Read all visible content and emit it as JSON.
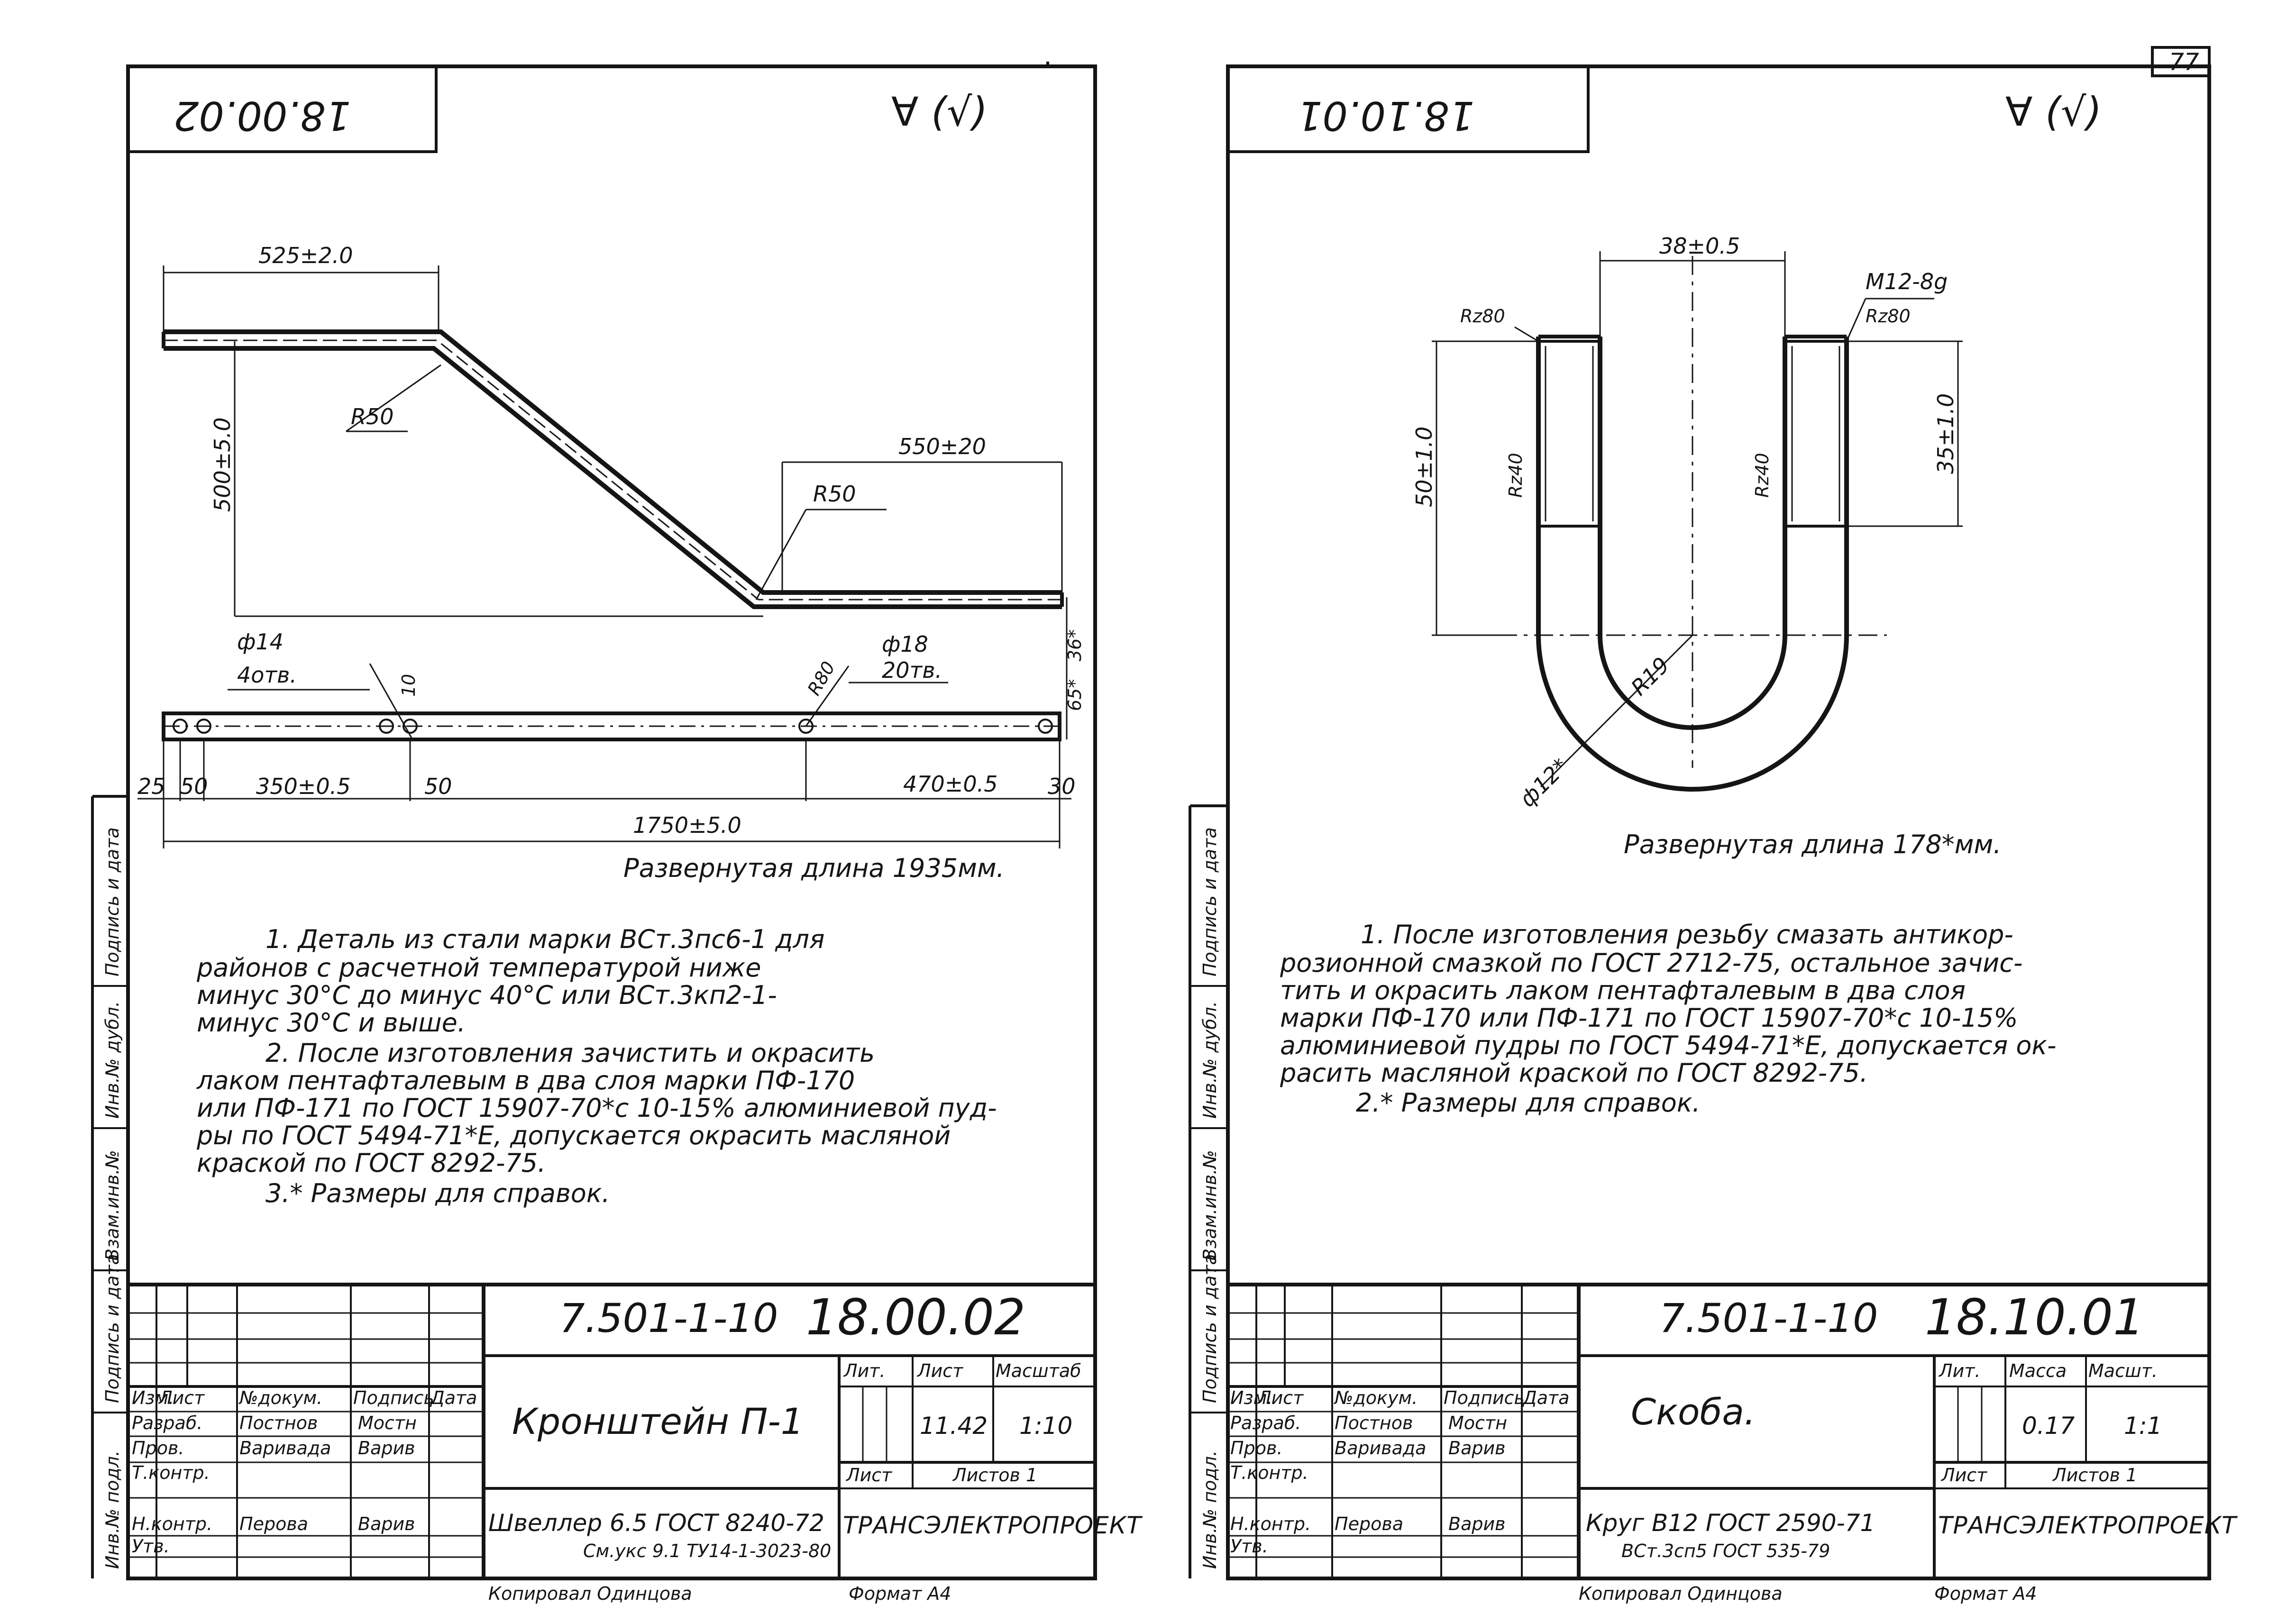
{
  "left_sheet": {
    "corner_code": "18.00.02",
    "roughness_mark": "∀ (√)",
    "dims": {
      "top_len": "525±2.0",
      "height": "500±5.0",
      "r50_a": "R50",
      "r50_b": "R50",
      "right_len": "550±20",
      "hole14": "ф14",
      "hole14_n": "4отв.",
      "hole18": "ф18",
      "hole18_n": "20тв.",
      "tab_small": "10",
      "r80": "R80",
      "side_65": "65*",
      "side_36": "36*",
      "d25": "25",
      "d50a": "50",
      "d350": "350±0.5",
      "d50b": "50",
      "d470": "470±0.5",
      "d30": "30",
      "total": "1750±5.0"
    },
    "unfolded": "Развернутая длина 1935мм.",
    "notes": [
      "1. Деталь из стали марки ВСт.3пс6-1 для",
      "районов с расчетной температурой ниже",
      "минус 30°С до минус 40°С или ВСт.3кп2-1-",
      "минус 30°С и выше.",
      "2. После изготовления зачистить и окрасить",
      "лаком пентафталевым в два слоя марки ПФ-170",
      "или ПФ-171 по ГОСТ 15907-70*с 10-15% алюминиевой пуд-",
      "ры по ГОСТ 5494-71*Е, допускается окрасить масляной",
      "краской по ГОСТ 8292-75.",
      "3.* Размеры для справок."
    ],
    "stamp": {
      "doc_code": "7.501-1-10",
      "doc_num": "18.00.02",
      "name": "Кронштейн П-1",
      "lit_hdr": "Лит.",
      "sheet_hdr": "Лист",
      "scale_hdr": "Масштаб",
      "mass": "11.42",
      "scale": "1:10",
      "sheet_lbl": "Лист",
      "sheets_lbl": "Листов 1",
      "org": "ТРАНСЭЛЕКТРОПРОЕКТ",
      "material_1": "Швеллер 6.5 ГОСТ 8240-72",
      "material_2": "См.укс 9.1 ТУ14-1-3023-80",
      "hdr_izm": "Изм.",
      "hdr_list": "Лист",
      "hdr_ndoc": "№докум.",
      "hdr_sign": "Подпись",
      "hdr_date": "Дата",
      "row_razrab": "Разраб.",
      "row_prov": "Пров.",
      "row_tkontr": "Т.контр.",
      "row_nkontr": "Н.контр.",
      "row_utv": "Утв.",
      "name_razrab": "Постнов",
      "name_prov": "Варивада",
      "name_nkontr": "Перова",
      "sig_1": "Мостн",
      "sig_2": "Варив",
      "sig_3": "Варив"
    },
    "copied": "Копировал Одинцова",
    "format": "Формат А4"
  },
  "right_sheet": {
    "page_number": "77",
    "corner_code": "18.10.01",
    "roughness_mark": "∀ (√)",
    "dims": {
      "top_width": "38±0.5",
      "thread": "М12-8g",
      "rz80_left": "Rz80",
      "rz80_right": "Rz80",
      "height50": "50±1.0",
      "rz40_left": "Rz40",
      "rz40_right": "Rz40",
      "thread_len": "35±1.0",
      "bend_r": "R19",
      "rod_d": "ф12*"
    },
    "unfolded": "Развернутая длина 178*мм.",
    "notes": [
      "1. После изготовления резьбу смазать антикор-",
      "розионной смазкой по ГОСТ 2712-75, остальное зачис-",
      "тить и окрасить лаком пентафталевым в два слоя",
      "марки ПФ-170 или ПФ-171 по ГОСТ 15907-70*с 10-15%",
      "алюминиевой пудры по ГОСТ 5494-71*Е, допускается ок-",
      "расить масляной краской по ГОСТ 8292-75.",
      "2.* Размеры для справок."
    ],
    "stamp": {
      "doc_code": "7.501-1-10",
      "doc_num": "18.10.01",
      "name": "Скоба.",
      "lit_hdr": "Лит.",
      "mass_hdr": "Масса",
      "scale_hdr": "Масшт.",
      "mass": "0.17",
      "scale": "1:1",
      "sheet_lbl": "Лист",
      "sheets_lbl": "Листов 1",
      "org": "ТРАНСЭЛЕКТРОПРОЕКТ",
      "material_1": "Круг В12 ГОСТ 2590-71",
      "material_2": "ВСт.3сп5 ГОСТ 535-79",
      "hdr_izm": "Изм.",
      "hdr_list": "Лист",
      "hdr_ndoc": "№докум.",
      "hdr_sign": "Подпись",
      "hdr_date": "Дата",
      "row_razrab": "Разраб.",
      "row_prov": "Пров.",
      "row_tkontr": "Т.контр.",
      "row_nkontr": "Н.контр.",
      "row_utv": "Утв.",
      "name_razrab": "Постнов",
      "name_prov": "Варивада",
      "name_nkontr": "Перова",
      "sig_1": "Мостн",
      "sig_2": "Варив",
      "sig_3": "Варив"
    },
    "copied": "Копировал Одинцова",
    "format": "Формат А4"
  },
  "margin_labels": [
    "Инв.№ подл.",
    "Подпись и дата",
    "Взам.инв.№",
    "Инв.№ дубл.",
    "Подпись и дата"
  ]
}
